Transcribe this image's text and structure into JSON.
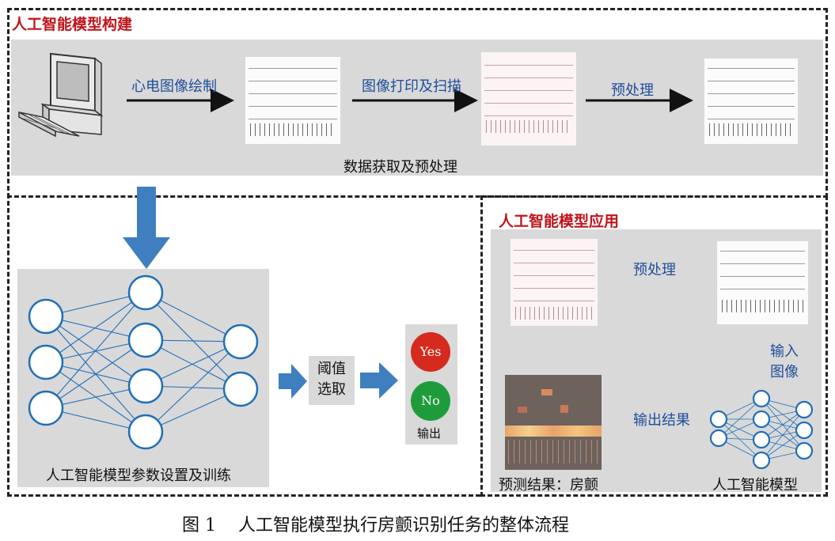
{
  "build_section": {
    "title": "人工智能模型构建",
    "steps": [
      "心电图像绘制",
      "图像打印及扫描",
      "预处理"
    ],
    "caption": "数据获取及预处理"
  },
  "training": {
    "caption": "人工智能模型参数设置及训练"
  },
  "threshold": {
    "line1": "阈值",
    "line2": "选取"
  },
  "output": {
    "yes": "Yes",
    "no": "No",
    "label": "输出"
  },
  "apply_section": {
    "title": "人工智能模型应用",
    "preprocess": "预处理",
    "input_line1": "输入",
    "input_line2": "图像",
    "output_result": "输出结果",
    "prediction": "预测结果：房颤",
    "model": "人工智能模型"
  },
  "figure_caption": "图 1    人工智能模型执行房颤识别任务的整体流程",
  "colors": {
    "arrow_blue": "#3f7fc0",
    "node_blue": "#1f6fb7",
    "title_red": "#c0141b",
    "yes_red": "#d52a1e",
    "no_green": "#1e9c3b",
    "panel_gray": "#d9d9d9"
  }
}
